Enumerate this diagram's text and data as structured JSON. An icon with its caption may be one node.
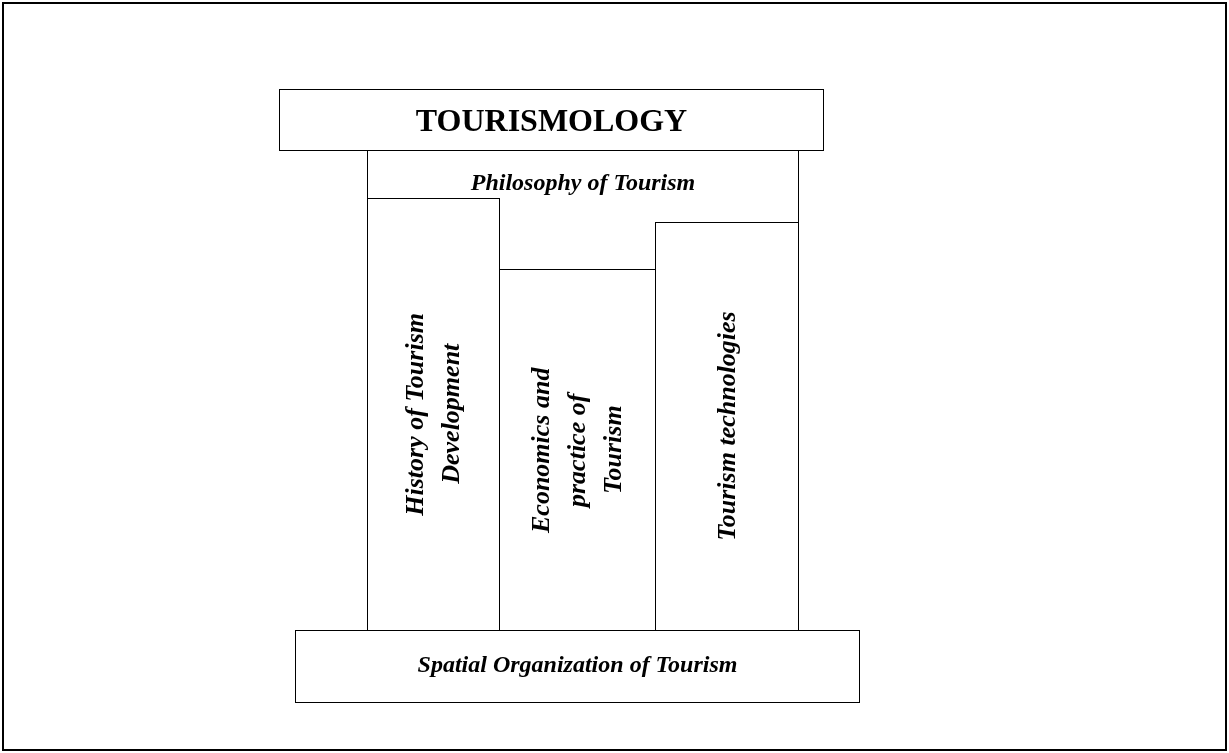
{
  "diagram": {
    "nodes": [
      {
        "text": [
          "TOURISMOLOGY"
        ]
      },
      {
        "text": [
          "Philosophy of Tourism"
        ]
      },
      {
        "text": [
          "History of Tourism Development"
        ],
        "in": 1
      },
      {
        "text": [
          "Economics and practice of Tourism"
        ],
        "in": 1
      },
      {
        "text": [
          "Tourism technologies"
        ],
        "in": 1
      },
      {
        "text": [
          "Spatial Organization of Tourism"
        ]
      }
    ]
  }
}
